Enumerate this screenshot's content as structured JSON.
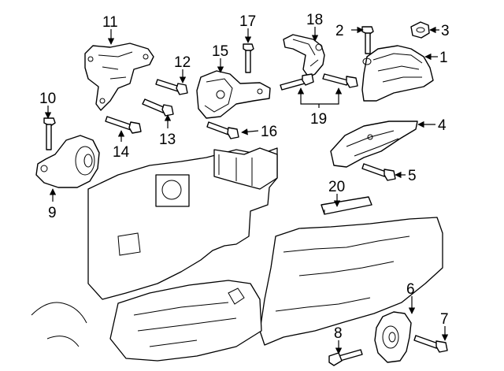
{
  "diagram": {
    "callouts": {
      "c1": "1",
      "c2": "2",
      "c3": "3",
      "c4": "4",
      "c5": "5",
      "c6": "6",
      "c7": "7",
      "c8": "8",
      "c9": "9",
      "c10": "10",
      "c11": "11",
      "c12": "12",
      "c13": "13",
      "c14": "14",
      "c15": "15",
      "c16": "16",
      "c17": "17",
      "c18": "18",
      "c19": "19",
      "c20": "20"
    },
    "colors": {
      "line": "#000000",
      "background": "#ffffff"
    }
  }
}
